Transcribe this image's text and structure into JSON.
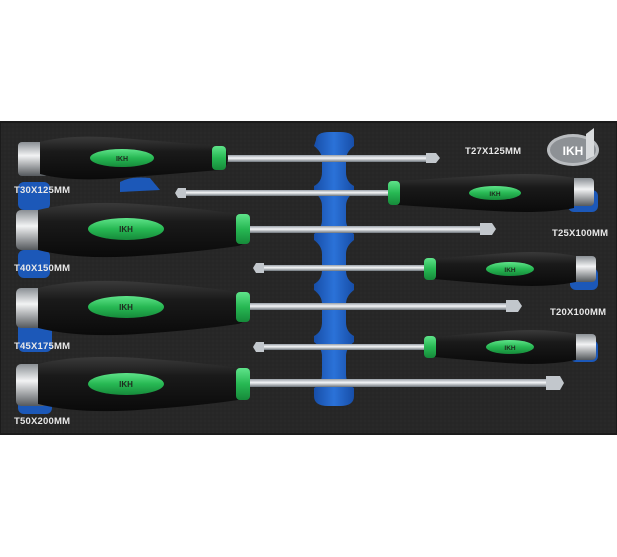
{
  "brand": {
    "logo_text": "IKH",
    "handle_text": "IKH"
  },
  "labels": {
    "t30": "T30X125MM",
    "t27": "T27X125MM",
    "t25": "T25X100MM",
    "t40": "T40X150MM",
    "t20": "T20X100MM",
    "t45": "T45X175MM",
    "t50": "T50X200MM"
  },
  "colors": {
    "foam": "#262626",
    "insert_blue": "#1f5fc4",
    "handle_black": "#161616",
    "grip_green": "#2bc25a",
    "shaft": "#d9dde2",
    "label_text": "#e8e8e8"
  }
}
